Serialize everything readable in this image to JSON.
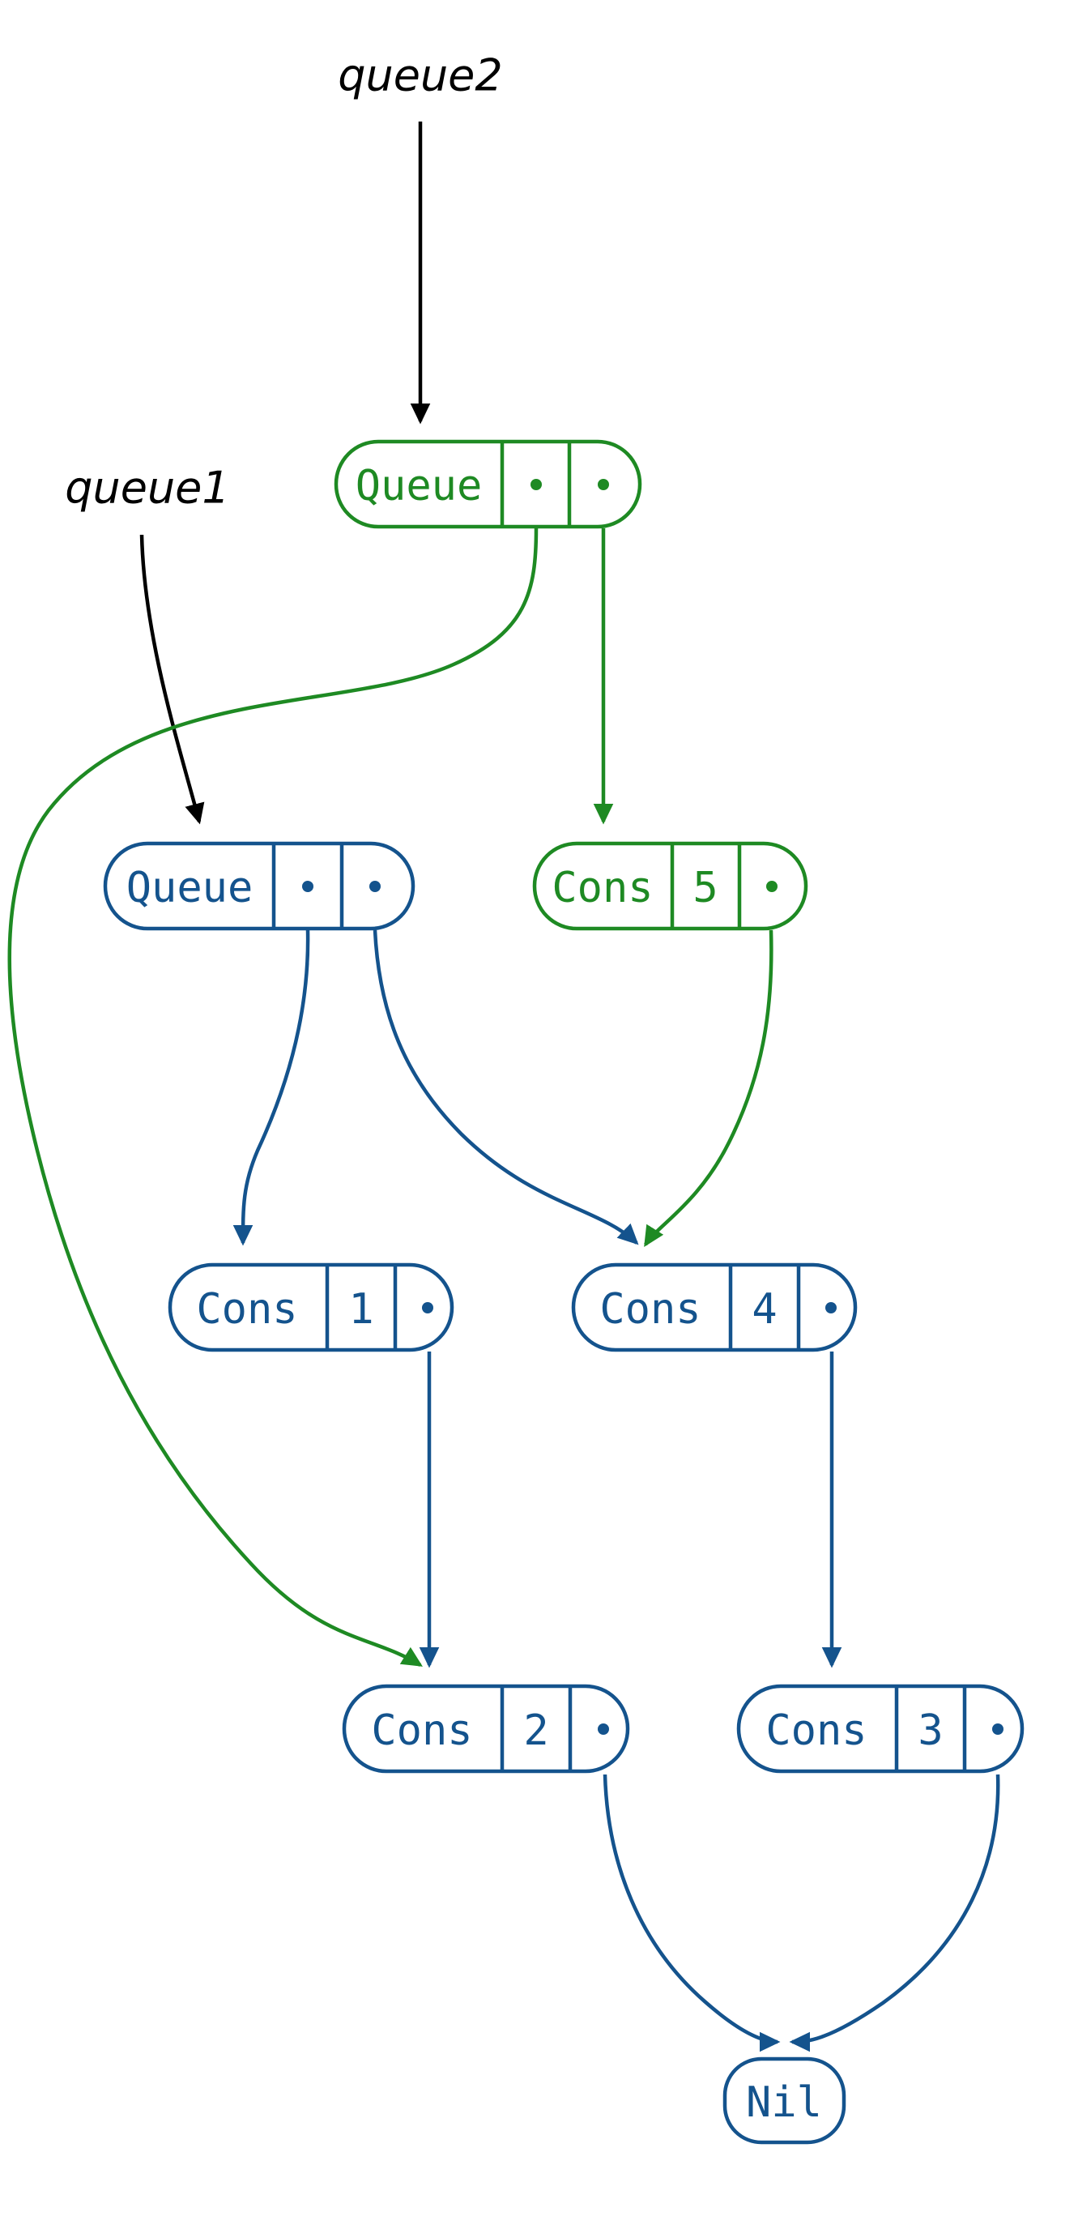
{
  "diagram": {
    "title": "persistent queue structure sharing",
    "background": "#ffffff",
    "colors": {
      "green": "#1e8a23",
      "blue": "#14538d",
      "black": "#000000",
      "node_fill": "#ffffff"
    },
    "variables": [
      {
        "id": "queue2",
        "label": "queue2",
        "arrow_color": "#000000",
        "points_to": "queue-green"
      },
      {
        "id": "queue1",
        "label": "queue1",
        "arrow_color": "#000000",
        "points_to": "queue-blue"
      }
    ],
    "nodes": [
      {
        "id": "queue-green",
        "type": "Queue",
        "label": "Queue",
        "color": "#1e8a23",
        "fields": [
          "·",
          "·"
        ],
        "value": null
      },
      {
        "id": "queue-blue",
        "type": "Queue",
        "label": "Queue",
        "color": "#14538d",
        "fields": [
          "·",
          "·"
        ],
        "value": null
      },
      {
        "id": "cons5",
        "type": "Cons",
        "label": "Cons",
        "color": "#1e8a23",
        "value": "5",
        "fields": [
          "5",
          "·"
        ]
      },
      {
        "id": "cons1",
        "type": "Cons",
        "label": "Cons",
        "color": "#14538d",
        "value": "1",
        "fields": [
          "1",
          "·"
        ]
      },
      {
        "id": "cons4",
        "type": "Cons",
        "label": "Cons",
        "color": "#14538d",
        "value": "4",
        "fields": [
          "4",
          "·"
        ]
      },
      {
        "id": "cons2",
        "type": "Cons",
        "label": "Cons",
        "color": "#14538d",
        "value": "2",
        "fields": [
          "2",
          "·"
        ]
      },
      {
        "id": "cons3",
        "type": "Cons",
        "label": "Cons",
        "color": "#14538d",
        "value": "3",
        "fields": [
          "3",
          "·"
        ]
      },
      {
        "id": "nil",
        "type": "Nil",
        "label": "Nil",
        "color": "#14538d",
        "value": null,
        "fields": []
      }
    ],
    "edges": [
      {
        "from": "queue2-label",
        "to": "queue-green",
        "color": "#000000"
      },
      {
        "from": "queue1-label",
        "to": "queue-blue",
        "color": "#000000"
      },
      {
        "from": "queue-green.0",
        "to": "cons2",
        "color": "#1e8a23"
      },
      {
        "from": "queue-green.1",
        "to": "cons5",
        "color": "#1e8a23"
      },
      {
        "from": "cons5.tail",
        "to": "cons4",
        "color": "#1e8a23"
      },
      {
        "from": "queue-blue.0",
        "to": "cons1",
        "color": "#14538d"
      },
      {
        "from": "queue-blue.1",
        "to": "cons4",
        "color": "#14538d"
      },
      {
        "from": "cons1.tail",
        "to": "cons2",
        "color": "#14538d"
      },
      {
        "from": "cons4.tail",
        "to": "cons3",
        "color": "#14538d"
      },
      {
        "from": "cons2.tail",
        "to": "nil",
        "color": "#14538d"
      },
      {
        "from": "cons3.tail",
        "to": "nil",
        "color": "#14538d"
      }
    ]
  },
  "labels": {
    "queue2": "queue2",
    "queue1": "queue1",
    "queue": "Queue",
    "cons": "Cons",
    "nil": "Nil",
    "dot": "·",
    "v1": "1",
    "v2": "2",
    "v3": "3",
    "v4": "4",
    "v5": "5"
  }
}
